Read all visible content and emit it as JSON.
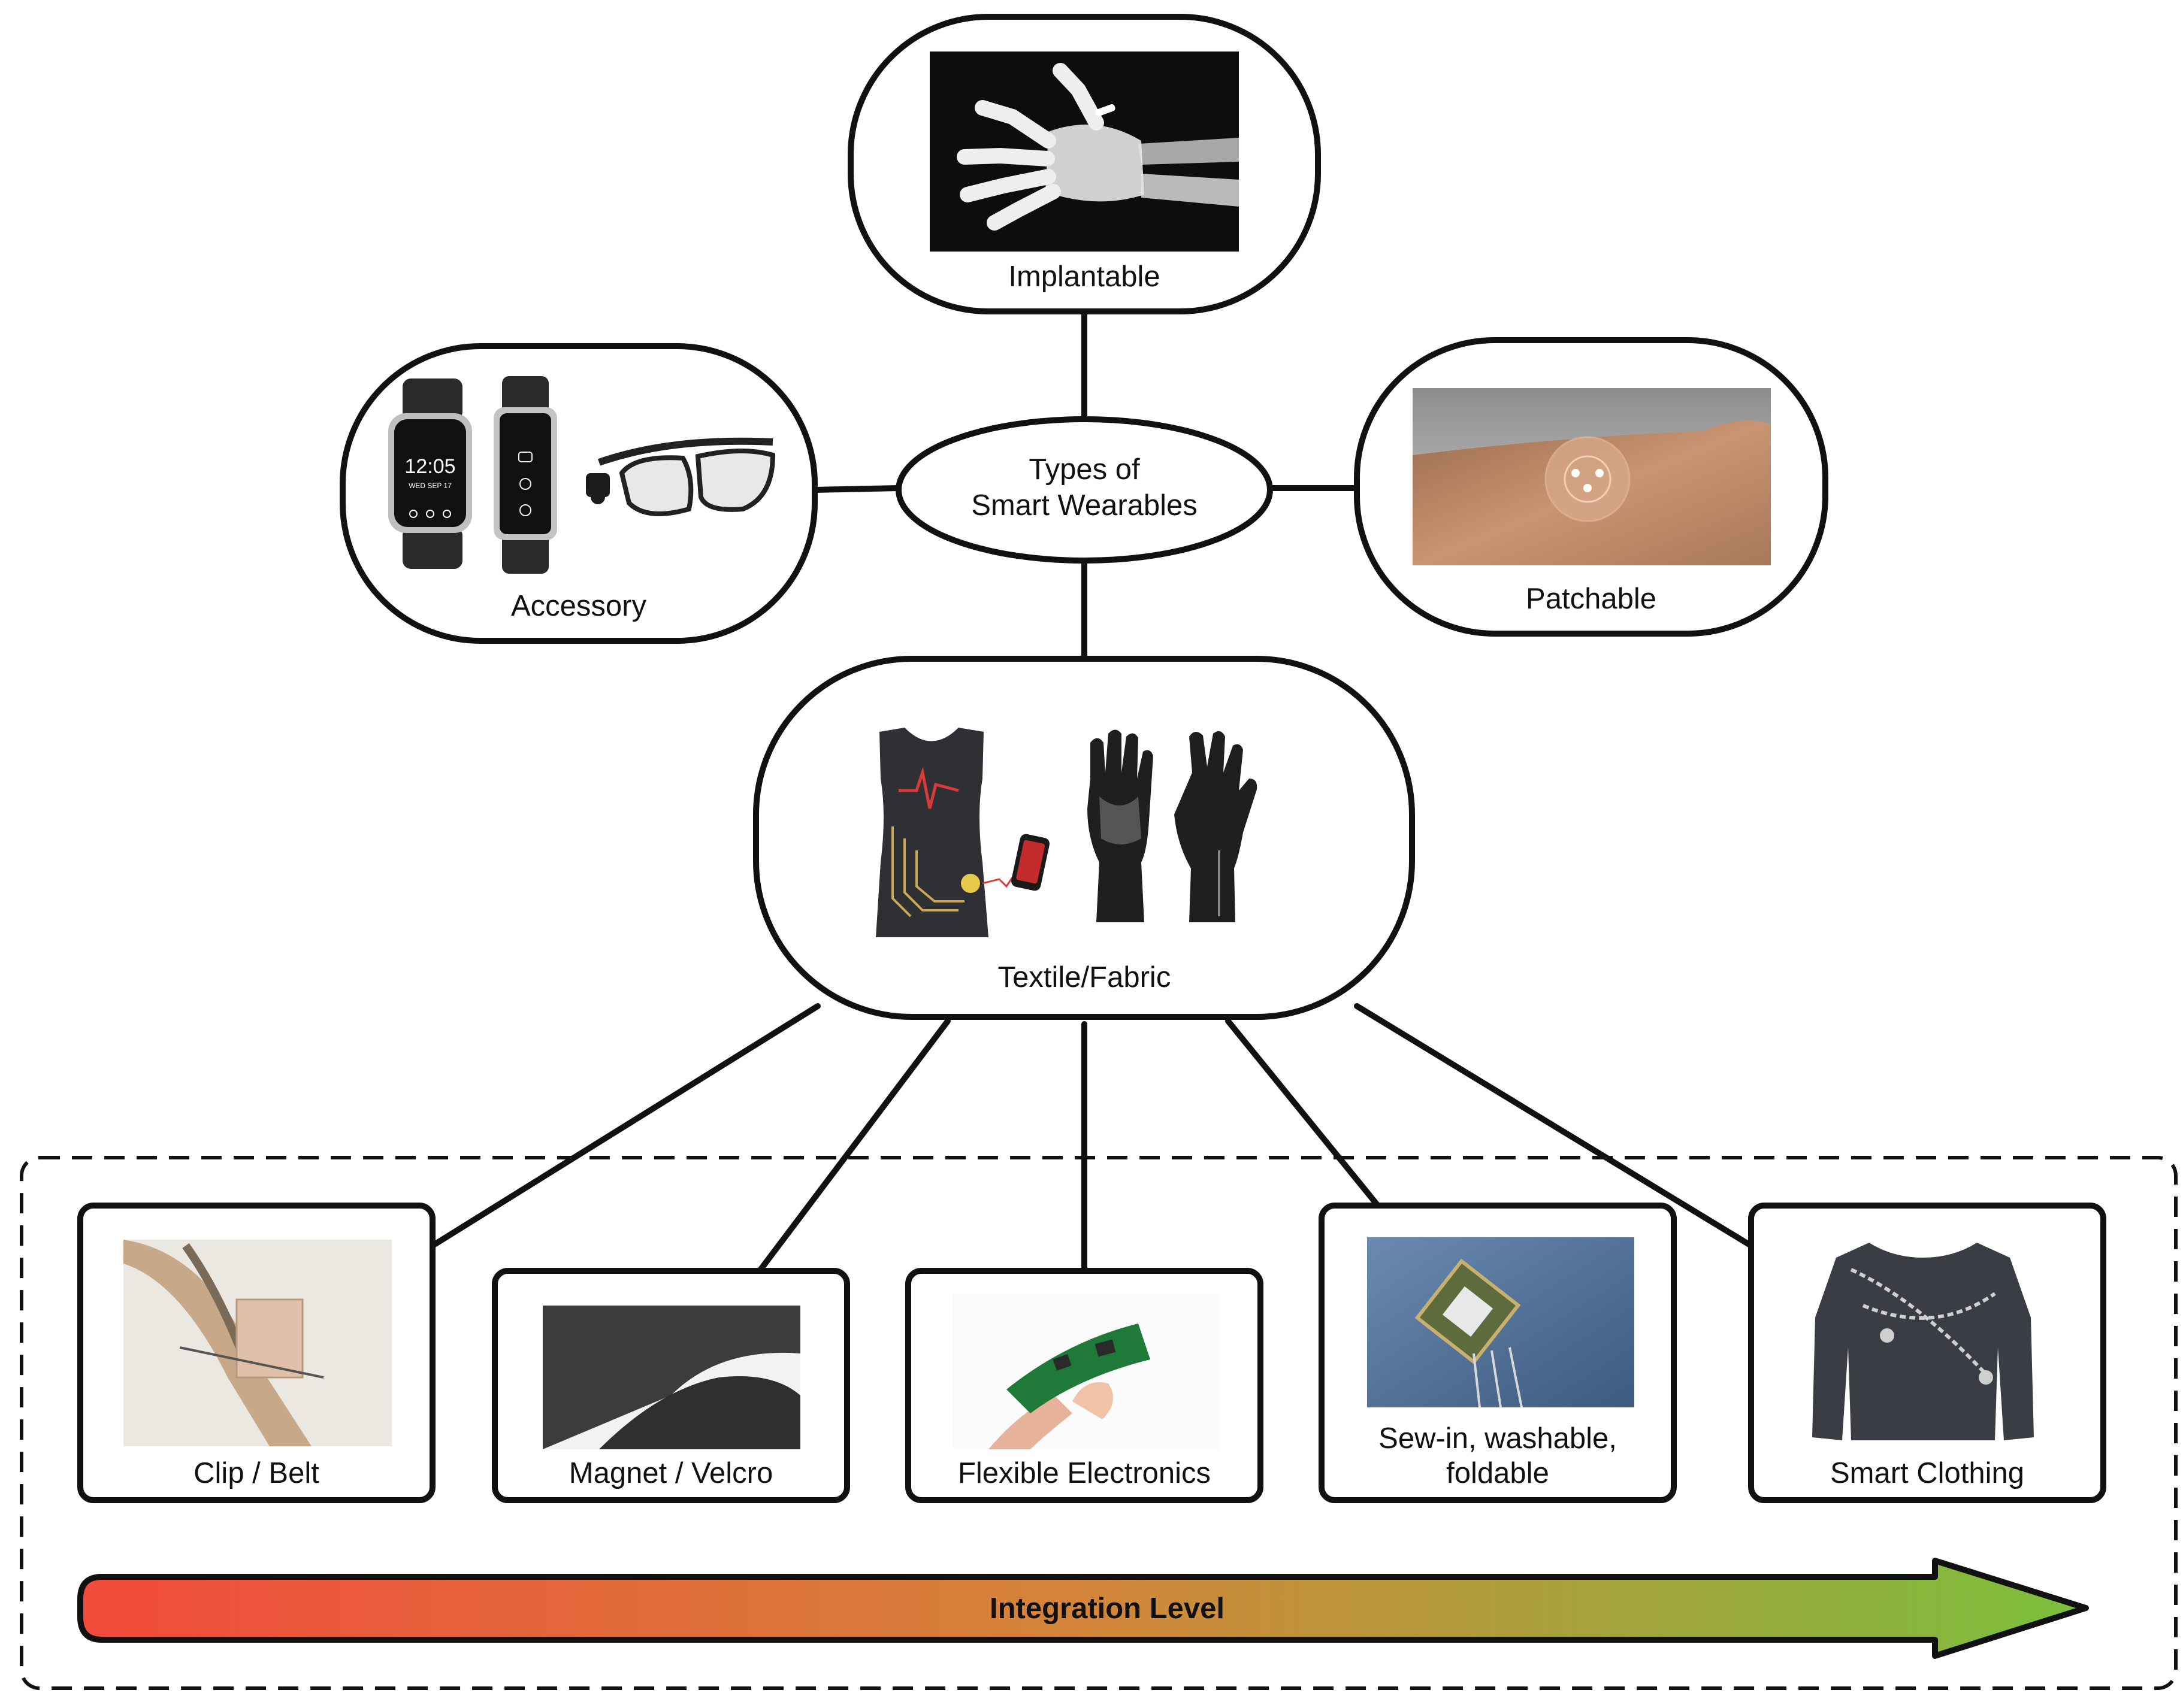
{
  "center": {
    "line1": "Types of",
    "line2": "Smart Wearables"
  },
  "types": {
    "implantable": "Implantable",
    "accessory": "Accessory",
    "patchable": "Patchable",
    "textile": "Textile/Fabric"
  },
  "accessory_watch": {
    "time": "12:05",
    "date": "WED SEP 17"
  },
  "subtypes": {
    "clip": "Clip / Belt",
    "magnet": "Magnet / Velcro",
    "flex": "Flexible Electronics",
    "sew_line1": "Sew-in, washable,",
    "sew_line2": "foldable",
    "clothing": "Smart Clothing"
  },
  "arrow": {
    "label": "Integration Level",
    "color_start": "#f24a3b",
    "color_mid": "#d4853a",
    "color_end": "#7bbf3c"
  },
  "colors": {
    "stroke": "#111111",
    "xray_bg": "#0d0d0d",
    "skin": "#c08a68",
    "denim": "#4f6f95"
  }
}
